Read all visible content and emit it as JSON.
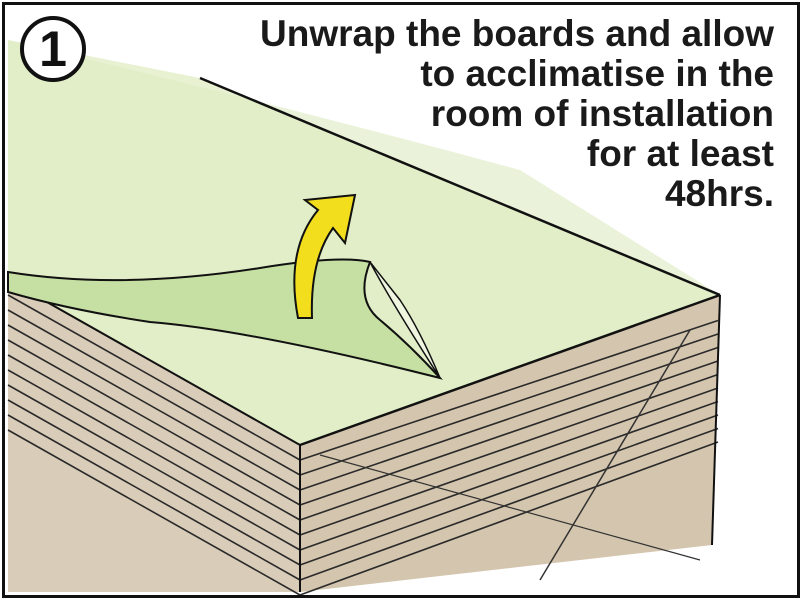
{
  "step_number": "1",
  "instruction_lines": [
    "Unwrap the boards and allow",
    "to acclimatise in the",
    "room of installation",
    "for at least",
    "48hrs."
  ],
  "colors": {
    "board_top": "#e6f1cf",
    "wrap_sheet": "#c4dfa0",
    "board_side": "#d7c9b4",
    "arrow": "#f2de1c"
  }
}
